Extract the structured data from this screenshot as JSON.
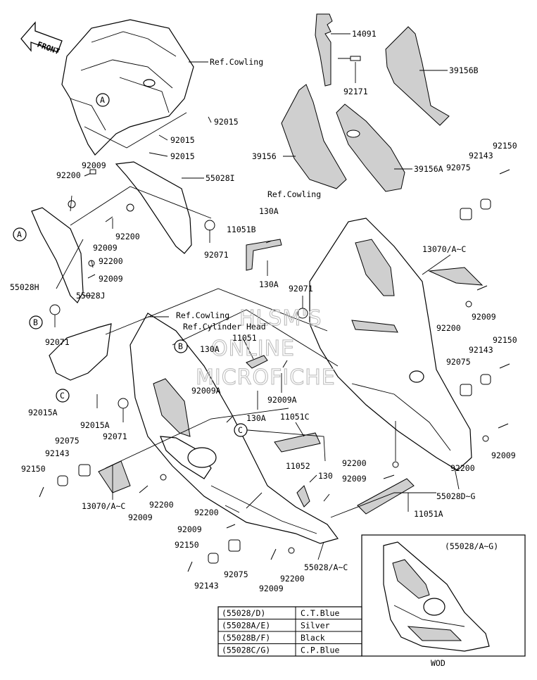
{
  "watermark": {
    "line1": "HLSM'S",
    "line2": "ONLINE",
    "line3": "MICROFICHE"
  },
  "front_arrow": {
    "label": "FRONT"
  },
  "callouts": {
    "A": "A",
    "B": "B",
    "C": "C"
  },
  "labels": {
    "ref_cowling_top": "Ref.Cowling",
    "ref_cowling_mid": "Ref.Cowling",
    "ref_cowling_left": "Ref.Cowling",
    "ref_cylinder_head": "Ref.Cylinder Head",
    "p14091": "14091",
    "p92171": "92171",
    "p39156B": "39156B",
    "p39156": "39156",
    "p39156A": "39156A",
    "p92015_1": "92015",
    "p92015_2": "92015",
    "p92015_3": "92015",
    "p92009_a": "92009",
    "p92200_a": "92200",
    "p55028I": "55028I",
    "p92200_b": "92200",
    "p92009_b": "92009",
    "p92200_c": "92200",
    "p92071_a": "92071",
    "p92009_c": "92009",
    "p55028H": "55028H",
    "p55028J": "55028J",
    "p92071_b": "92071",
    "p92015A_1": "92015A",
    "p92015A_2": "92015A",
    "p92071_c": "92071",
    "p92075_a": "92075",
    "p92143_a": "92143",
    "p92150_a": "92150",
    "p13070_a": "13070/A~C",
    "p92009_d": "92009",
    "p92200_d": "92200",
    "p130A_1": "130A",
    "p11051B": "11051B",
    "p130A_2": "130A",
    "p92071_d": "92071",
    "p11051": "11051",
    "p130A_3": "130A",
    "p92009A_1": "92009A",
    "p92009A_2": "92009A",
    "p130A_4": "130A",
    "p11051C": "11051C",
    "p92200_e": "92200",
    "p92009_e": "92009",
    "p11052": "11052",
    "p130": "130",
    "p11051A": "11051A",
    "p92200_f": "92200",
    "p92009_f": "92009",
    "p92150_b": "92150",
    "p92143_b": "92143",
    "p92075_b": "92075",
    "p92009_g": "92009",
    "p92200_g": "92200",
    "p55028_AC": "55028/A~C",
    "p92150_c": "92150",
    "p92143_c": "92143",
    "p92075_c": "92075",
    "p13070_b": "13070/A~C",
    "p92009_h": "92009",
    "p92200_h": "92200",
    "p92150_d": "92150",
    "p92143_d": "92143",
    "p92075_d": "92075",
    "p92009_i": "92009",
    "p92200_i": "92200",
    "p55028DG": "55028D~G",
    "inset_title": "(55028/A~G)",
    "inset_caption": "WOD"
  },
  "color_table": [
    {
      "code": "(55028/D)",
      "color": "C.T.Blue"
    },
    {
      "code": "(55028A/E)",
      "color": "Silver"
    },
    {
      "code": "(55028B/F)",
      "color": "Black"
    },
    {
      "code": "(55028C/G)",
      "color": "C.P.Blue"
    }
  ]
}
